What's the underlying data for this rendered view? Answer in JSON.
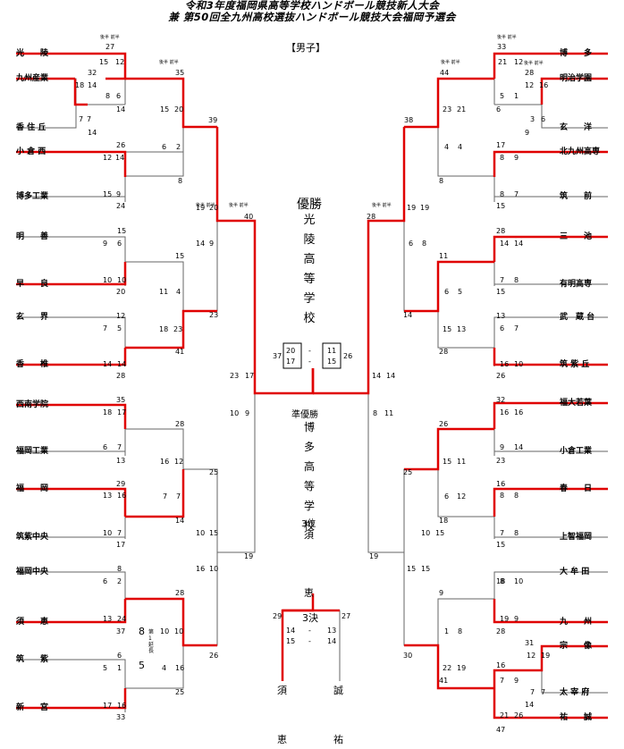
{
  "title": {
    "line1": "令和3年度福岡県高等学校ハンドボール競技新人大会",
    "line2": "兼 第50回全九州高校選抜ハンドボール競技大会福岡予選会"
  },
  "category": "【男子】",
  "half_header": {
    "second": "後半",
    "first": "前半"
  },
  "left_teams": [
    "光　　陵",
    "九州産業",
    "香 住 丘",
    "小 倉 西",
    "博多工業",
    "明　　善",
    "早　　良",
    "玄　　界",
    "香　　椎",
    "西南学院",
    "福岡工業",
    "福　　岡",
    "筑紫中央",
    "福岡中央",
    "須　　恵",
    "筑　　紫",
    "新　　宮"
  ],
  "right_teams": [
    "博　　多",
    "明治学園",
    "玄　　洋",
    "北九州高専",
    "筑　　前",
    "三　　池",
    "有明高専",
    "武　蔵 台",
    "筑 紫 丘",
    "福大若葉",
    "小倉工業",
    "春　　日",
    "上智福岡",
    "大 牟 田",
    "九　　州",
    "宗　　像",
    "太 宰 府",
    "祐　　誠"
  ],
  "champion": {
    "label": "優勝",
    "name": [
      "光",
      "陵",
      "高",
      "等",
      "学",
      "校"
    ]
  },
  "runner_up": {
    "label": "準優勝",
    "name": [
      "博",
      "多",
      "高",
      "等",
      "学",
      "校"
    ]
  },
  "third_label": "3位",
  "third_names": [
    "須",
    "恵",
    "祐",
    "誠"
  ],
  "final_scores": {
    "left_total": "37",
    "left_halves": [
      "20",
      "17"
    ],
    "right_halves": [
      "11",
      "15"
    ],
    "right_total": "26",
    "dash": "-"
  },
  "third_match": {
    "title": "3決",
    "left_total": "29",
    "right_total": "27",
    "left_halves": [
      "14",
      "15"
    ],
    "right_halves": [
      "13",
      "14"
    ],
    "dash": "-"
  },
  "ot_label": [
    "第",
    "1",
    "延",
    "長"
  ],
  "tick": "'",
  "numbers": [
    [
      "27",
      118,
      48
    ],
    [
      "15",
      111,
      65
    ],
    [
      "12",
      129,
      65
    ],
    [
      "32",
      98,
      77
    ],
    [
      "18",
      84,
      91
    ],
    [
      "14",
      98,
      91
    ],
    [
      "8",
      118,
      103
    ],
    [
      "6",
      130,
      103
    ],
    [
      "14",
      130,
      118
    ],
    [
      "7",
      88,
      129
    ],
    [
      "7",
      97,
      129
    ],
    [
      "14",
      98,
      144
    ],
    [
      "26",
      130,
      158
    ],
    [
      "12",
      115,
      172
    ],
    [
      "14",
      129,
      172
    ],
    [
      "15",
      115,
      213
    ],
    [
      "9",
      130,
      213
    ],
    [
      "24",
      130,
      226
    ],
    [
      "35",
      196,
      77
    ],
    [
      "15",
      179,
      118
    ],
    [
      "20",
      195,
      118
    ],
    [
      "6",
      181,
      160
    ],
    [
      "2",
      197,
      160
    ],
    [
      "8",
      199,
      198
    ],
    [
      "39",
      233,
      130
    ],
    [
      "19",
      219,
      228
    ],
    [
      "20",
      234,
      228
    ],
    [
      "14",
      219,
      268
    ],
    [
      "9",
      234,
      268
    ],
    [
      "40",
      273,
      238
    ],
    [
      "15",
      131,
      254
    ],
    [
      "9",
      115,
      268
    ],
    [
      "6",
      131,
      268
    ],
    [
      "10",
      115,
      309
    ],
    [
      "10",
      131,
      309
    ],
    [
      "20",
      130,
      322
    ],
    [
      "15",
      196,
      282
    ],
    [
      "11",
      178,
      322
    ],
    [
      "4",
      197,
      322
    ],
    [
      "18",
      178,
      364
    ],
    [
      "23",
      194,
      364
    ],
    [
      "23",
      234,
      348
    ],
    [
      "41",
      196,
      389
    ],
    [
      "12",
      130,
      349
    ],
    [
      "7",
      115,
      363
    ],
    [
      "5",
      131,
      363
    ],
    [
      "14",
      115,
      403
    ],
    [
      "14",
      131,
      403
    ],
    [
      "28",
      130,
      416
    ],
    [
      "23",
      257,
      416
    ],
    [
      "17",
      274,
      416
    ],
    [
      "10",
      257,
      458
    ],
    [
      "9",
      274,
      458
    ],
    [
      "35",
      130,
      443
    ],
    [
      "18",
      115,
      457
    ],
    [
      "17",
      131,
      457
    ],
    [
      "6",
      115,
      496
    ],
    [
      "7",
      131,
      496
    ],
    [
      "13",
      130,
      511
    ],
    [
      "28",
      196,
      470
    ],
    [
      "16",
      179,
      512
    ],
    [
      "12",
      195,
      512
    ],
    [
      "7",
      182,
      551
    ],
    [
      "7",
      197,
      551
    ],
    [
      "14",
      196,
      578
    ],
    [
      "25",
      234,
      524
    ],
    [
      "29",
      130,
      537
    ],
    [
      "13",
      115,
      550
    ],
    [
      "16",
      131,
      550
    ],
    [
      "10",
      115,
      592
    ],
    [
      "7",
      131,
      592
    ],
    [
      "17",
      130,
      605
    ],
    [
      "10",
      219,
      592
    ],
    [
      "15",
      234,
      592
    ],
    [
      "16",
      219,
      632
    ],
    [
      "10",
      234,
      632
    ],
    [
      "19",
      273,
      618
    ],
    [
      "8",
      131,
      632
    ],
    [
      "6",
      115,
      646
    ],
    [
      "2",
      131,
      646
    ],
    [
      "13",
      115,
      688
    ],
    [
      "24",
      131,
      688
    ],
    [
      "37",
      130,
      702
    ],
    [
      "28",
      196,
      659
    ],
    [
      "10",
      179,
      702
    ],
    [
      "10",
      195,
      702
    ],
    [
      "4",
      181,
      743
    ],
    [
      "16",
      196,
      743
    ],
    [
      "26",
      234,
      729
    ],
    [
      "25",
      196,
      770
    ],
    [
      "6",
      131,
      729
    ],
    [
      "5",
      115,
      743
    ],
    [
      "1",
      131,
      743
    ],
    [
      "17",
      115,
      785
    ],
    [
      "16",
      131,
      785
    ],
    [
      "33",
      130,
      798
    ],
    [
      "33",
      556,
      48
    ],
    [
      "21",
      557,
      65
    ],
    [
      "12",
      575,
      65
    ],
    [
      "28",
      587,
      77
    ],
    [
      "12",
      587,
      91
    ],
    [
      "16",
      603,
      91
    ],
    [
      "5",
      559,
      103
    ],
    [
      "1",
      575,
      103
    ],
    [
      "6",
      555,
      118
    ],
    [
      "3",
      593,
      129
    ],
    [
      "6",
      605,
      129
    ],
    [
      "9",
      587,
      144
    ],
    [
      "17",
      555,
      158
    ],
    [
      "8",
      559,
      172
    ],
    [
      "9",
      575,
      172
    ],
    [
      "8",
      559,
      213
    ],
    [
      "7",
      575,
      213
    ],
    [
      "15",
      555,
      226
    ],
    [
      "44",
      492,
      77
    ],
    [
      "23",
      495,
      118
    ],
    [
      "21",
      511,
      118
    ],
    [
      "4",
      497,
      160
    ],
    [
      "4",
      512,
      160
    ],
    [
      "8",
      491,
      198
    ],
    [
      "38",
      452,
      130
    ],
    [
      "19",
      455,
      228
    ],
    [
      "19",
      470,
      228
    ],
    [
      "6",
      457,
      268
    ],
    [
      "8",
      472,
      268
    ],
    [
      "28",
      410,
      238
    ],
    [
      "28",
      555,
      254
    ],
    [
      "14",
      559,
      268
    ],
    [
      "14",
      575,
      268
    ],
    [
      "7",
      559,
      309
    ],
    [
      "8",
      575,
      309
    ],
    [
      "15",
      555,
      322
    ],
    [
      "11",
      491,
      282
    ],
    [
      "6",
      497,
      322
    ],
    [
      "5",
      512,
      322
    ],
    [
      "15",
      495,
      364
    ],
    [
      "13",
      511,
      364
    ],
    [
      "14",
      451,
      348
    ],
    [
      "28",
      491,
      389
    ],
    [
      "13",
      555,
      349
    ],
    [
      "6",
      559,
      363
    ],
    [
      "7",
      575,
      363
    ],
    [
      "16",
      559,
      403
    ],
    [
      "10",
      575,
      403
    ],
    [
      "26",
      555,
      416
    ],
    [
      "14",
      416,
      416
    ],
    [
      "14",
      432,
      416
    ],
    [
      "8",
      417,
      458
    ],
    [
      "11",
      430,
      458
    ],
    [
      "32",
      555,
      443
    ],
    [
      "16",
      559,
      457
    ],
    [
      "16",
      575,
      457
    ],
    [
      "9",
      559,
      496
    ],
    [
      "14",
      575,
      496
    ],
    [
      "23",
      555,
      511
    ],
    [
      "26",
      491,
      470
    ],
    [
      "15",
      495,
      512
    ],
    [
      "11",
      511,
      512
    ],
    [
      "6",
      497,
      551
    ],
    [
      "12",
      511,
      551
    ],
    [
      "18",
      491,
      578
    ],
    [
      "25",
      451,
      524
    ],
    [
      "16",
      555,
      537
    ],
    [
      "8",
      559,
      550
    ],
    [
      "8",
      575,
      550
    ],
    [
      "7",
      559,
      592
    ],
    [
      "8",
      575,
      592
    ],
    [
      "15",
      555,
      605
    ],
    [
      "10",
      471,
      592
    ],
    [
      "15",
      487,
      592
    ],
    [
      "15",
      455,
      632
    ],
    [
      "15",
      471,
      632
    ],
    [
      "19",
      413,
      618
    ],
    [
      "18",
      555,
      646
    ],
    [
      "8",
      559,
      646
    ],
    [
      "10",
      575,
      646
    ],
    [
      "19",
      559,
      688
    ],
    [
      "9",
      575,
      688
    ],
    [
      "28",
      555,
      702
    ],
    [
      "9",
      491,
      659
    ],
    [
      "1",
      497,
      702
    ],
    [
      "8",
      512,
      702
    ],
    [
      "22",
      495,
      743
    ],
    [
      "19",
      511,
      743
    ],
    [
      "30",
      451,
      729
    ],
    [
      "41",
      491,
      757
    ],
    [
      "16",
      555,
      740
    ],
    [
      "31",
      587,
      715
    ],
    [
      "12",
      589,
      729
    ],
    [
      "19",
      605,
      729
    ],
    [
      "7",
      559,
      757
    ],
    [
      "9",
      575,
      757
    ],
    [
      "7",
      593,
      770
    ],
    [
      "7",
      605,
      770
    ],
    [
      "14",
      587,
      784
    ],
    [
      "21",
      559,
      796
    ],
    [
      "26",
      575,
      796
    ],
    [
      "47",
      555,
      812
    ]
  ]
}
